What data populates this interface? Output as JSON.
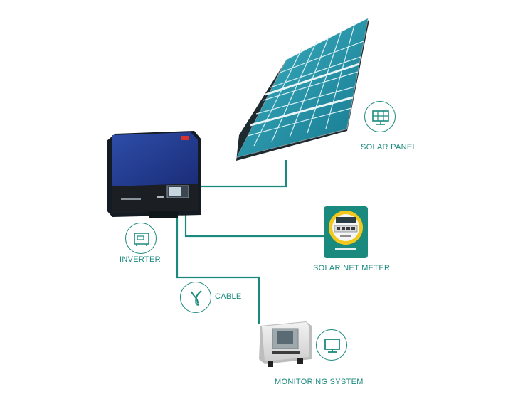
{
  "colors": {
    "teal": "#1b8a7e",
    "label_text": "#1b8a7e",
    "panel_cell": "#1e8ea6",
    "inverter_blue": "#20388f",
    "meter_green": "#1b8a7e",
    "meter_yellow": "#f3c81e"
  },
  "components": {
    "solar_panel": {
      "label": "SOLAR PANEL",
      "icon": "solar-panel-icon"
    },
    "inverter": {
      "label": "INVERTER",
      "icon": "inverter-icon"
    },
    "net_meter": {
      "label": "SOLAR NET METER",
      "icon": "net-meter-icon"
    },
    "cable": {
      "label": "CABLE",
      "icon": "cable-icon"
    },
    "monitoring": {
      "label": "MONITORING SYSTEM",
      "icon": "monitor-icon"
    }
  }
}
